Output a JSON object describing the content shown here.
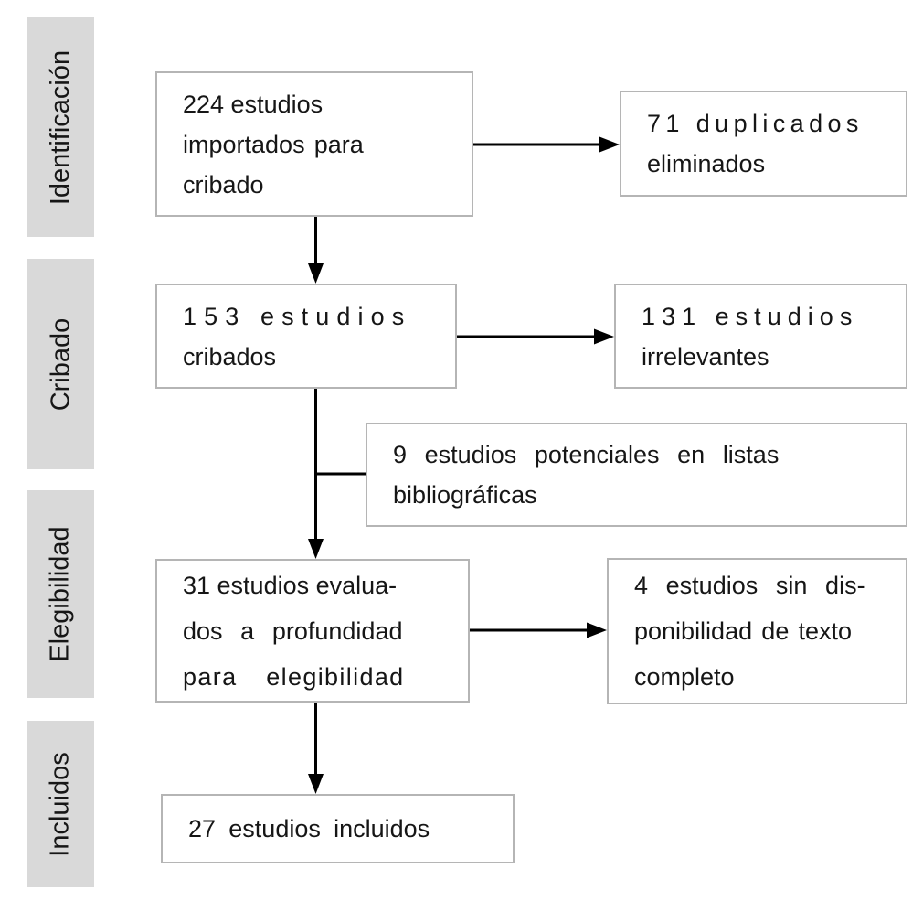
{
  "diagram": {
    "stages": [
      "Identificación",
      "Cribado",
      "Elegibilidad",
      "Incluidos"
    ],
    "boxes": {
      "imported": {
        "lines": [
          "224 estudios",
          "importados para",
          "cribado"
        ]
      },
      "duplicates": {
        "lines": [
          "71 duplicados",
          "eliminados"
        ]
      },
      "screened": {
        "lines": [
          "153 estudios",
          "cribados"
        ]
      },
      "irrelevant": {
        "lines": [
          "131 estudios",
          "irrelevantes"
        ]
      },
      "potential": {
        "lines": [
          "9 estudios potenciales en listas",
          "bibliográficas"
        ]
      },
      "eligibility": {
        "lines": [
          "31 estudios evalua-",
          "dos a profundidad",
          "para elegibilidad"
        ]
      },
      "no_fulltext": {
        "lines": [
          "4 estudios sin dis-",
          "ponibilidad de texto",
          "completo"
        ]
      },
      "included": {
        "lines": [
          "27 estudios incluidos"
        ]
      }
    },
    "counts": {
      "imported": 224,
      "duplicates_removed": 71,
      "screened": 153,
      "irrelevant": 131,
      "from_reference_lists": 9,
      "assessed_for_eligibility": 31,
      "no_full_text": 4,
      "included": 27
    },
    "colors": {
      "stage_background": "#d9d9d9",
      "box_border": "#b5b5b5",
      "box_background": "#ffffff",
      "text": "#161616",
      "arrow": "#000000"
    }
  }
}
